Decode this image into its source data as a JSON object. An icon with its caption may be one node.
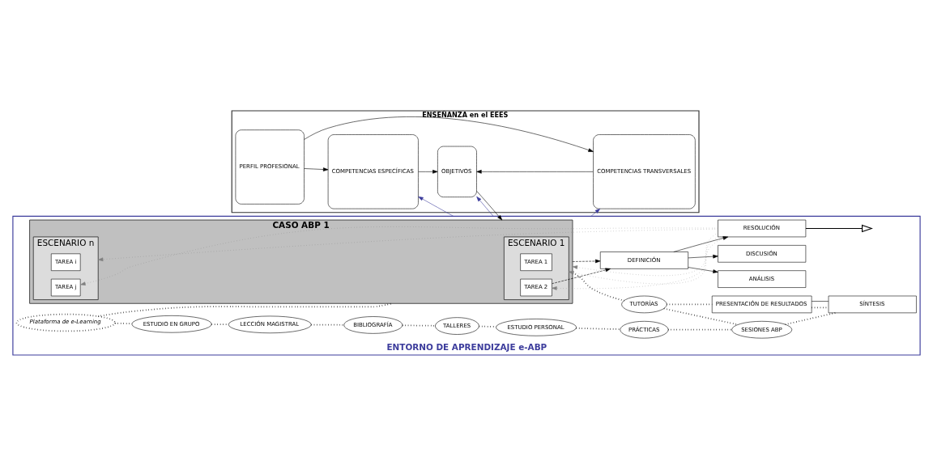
{
  "diagram": {
    "nodes": [
      {
        "text": [
          "ENSEÑANZA en el EEES"
        ]
      },
      {
        "text": [
          "PERFIL PROFESIONAL"
        ],
        "in": 0
      },
      {
        "text": [
          "COMPETENCIAS ESPECÍFICAS"
        ],
        "in": 0
      },
      {
        "text": [
          "COMPETENCIAS TRANSVERSALES"
        ],
        "in": 0
      },
      {
        "text": [
          "OBJETIVOS"
        ],
        "in": 0
      },
      {
        "text": [
          "ENTORNO DE APRENDIZAJE e-ABP"
        ]
      },
      {
        "text": [
          "CASO ABP 1"
        ],
        "in": 5
      },
      {
        "text": [
          "ESCENARIO 1"
        ],
        "in": 6
      },
      {
        "text": [
          "TAREA 1"
        ],
        "in": 7
      },
      {
        "text": [
          "TAREA 2"
        ],
        "in": 7
      },
      {
        "text": [
          "ESCENARIO n"
        ],
        "in": 6
      },
      {
        "text": [
          "TAREA i"
        ],
        "in": 10
      },
      {
        "text": [
          "TAREA j"
        ],
        "in": 10
      },
      {
        "text": [
          "Plataforma de e-Learning"
        ],
        "in": 5
      },
      {
        "text": [
          "ESTUDIO EN GRUPO"
        ],
        "in": 5
      },
      {
        "text": [
          "LECCIÓN MAGISTRAL"
        ],
        "in": 5
      },
      {
        "text": [
          "BIBLIOGRAFÍA"
        ],
        "in": 5
      },
      {
        "text": [
          "TALLERES"
        ],
        "in": 5
      },
      {
        "text": [
          "ESTUDIO PERSONAL"
        ],
        "in": 5
      },
      {
        "text": [
          "PRÁCTICAS"
        ],
        "in": 5
      },
      {
        "text": [
          "DEFINICIÓN"
        ],
        "in": 5
      },
      {
        "text": [
          "ANÁLISIS"
        ],
        "in": 5
      },
      {
        "text": [
          "DISCUSIÓN"
        ],
        "in": 5
      },
      {
        "text": [
          "RESOLUCIÓN"
        ],
        "in": 5
      },
      {
        "text": [
          "TUTORÍAS"
        ],
        "in": 5
      },
      {
        "text": [
          "SESIONES ABP"
        ],
        "in": 5
      },
      {
        "text": [
          "PRESENTACIÓN DE RESULTADOS"
        ],
        "in": 5
      },
      {
        "text": [
          "SÍNTESIS"
        ],
        "in": 5
      }
    ],
    "edges": [
      {
        "from": 1,
        "to": 2,
        "arrow": "to"
      },
      {
        "from": 1,
        "to": 3,
        "arrow": "to"
      },
      {
        "from": 2,
        "to": 4,
        "arrow": "to"
      },
      {
        "from": 3,
        "to": 4,
        "arrow": "to"
      },
      {
        "from": 4,
        "to": 6,
        "arrow": "to"
      },
      {
        "from": 5,
        "to": 2,
        "arrow": "to",
        "color": "#3c3c9c"
      },
      {
        "from": 5,
        "to": 3,
        "arrow": "to",
        "color": "#3c3c9c"
      },
      {
        "from": 5,
        "to": 4,
        "arrow": "to",
        "color": "#3c3c9c"
      },
      {
        "from": 6,
        "to": 20,
        "arrow": "to",
        "style": "dashed"
      },
      {
        "from": 9,
        "to": 20,
        "arrow": "to",
        "style": "dashed"
      },
      {
        "from": 20,
        "to": 21,
        "arrow": "to"
      },
      {
        "from": 20,
        "to": 22,
        "arrow": "to"
      },
      {
        "from": 20,
        "to": 23,
        "arrow": "to"
      },
      {
        "from": 23,
        "to": 7,
        "arrow": "to",
        "style": "dashed",
        "color": "#808080"
      },
      {
        "from": 23,
        "to": 9,
        "arrow": "to",
        "style": "dashed",
        "color": "#808080"
      },
      {
        "from": 23,
        "to": 10,
        "arrow": "to",
        "style": "dashed",
        "color": "#808080"
      },
      {
        "from": 23,
        "to": 12,
        "arrow": "to",
        "style": "dashed",
        "color": "#808080"
      },
      {
        "from": 23,
        "to": 6,
        "arrow": "to",
        "style": "dashed",
        "color": "#808080"
      },
      {
        "from": 13,
        "to": 6,
        "arrow": "none",
        "style": "dashed"
      },
      {
        "from": 13,
        "to": 14,
        "arrow": "none",
        "style": "dashed"
      },
      {
        "from": 14,
        "to": 15,
        "arrow": "none",
        "style": "dashed"
      },
      {
        "from": 15,
        "to": 16,
        "arrow": "none",
        "style": "dashed"
      },
      {
        "from": 16,
        "to": 17,
        "arrow": "none",
        "style": "dashed"
      },
      {
        "from": 17,
        "to": 18,
        "arrow": "none",
        "style": "dashed"
      },
      {
        "from": 18,
        "to": 19,
        "arrow": "none",
        "style": "dashed"
      },
      {
        "from": 19,
        "to": 25,
        "arrow": "none",
        "style": "dashed"
      },
      {
        "from": 6,
        "to": 24,
        "arrow": "none",
        "style": "dashed"
      },
      {
        "from": 24,
        "to": 25,
        "arrow": "none",
        "style": "dashed"
      },
      {
        "from": 24,
        "to": 26,
        "arrow": "none",
        "style": "dashed"
      },
      {
        "from": 25,
        "to": 27,
        "arrow": "none",
        "style": "dashed"
      },
      {
        "from": 26,
        "to": 27,
        "arrow": "none",
        "style": "dashed"
      },
      {
        "from": 26,
        "to": 27,
        "arrow": "none"
      },
      {
        "from": 23,
        "to": null,
        "arrow": "to"
      }
    ]
  }
}
